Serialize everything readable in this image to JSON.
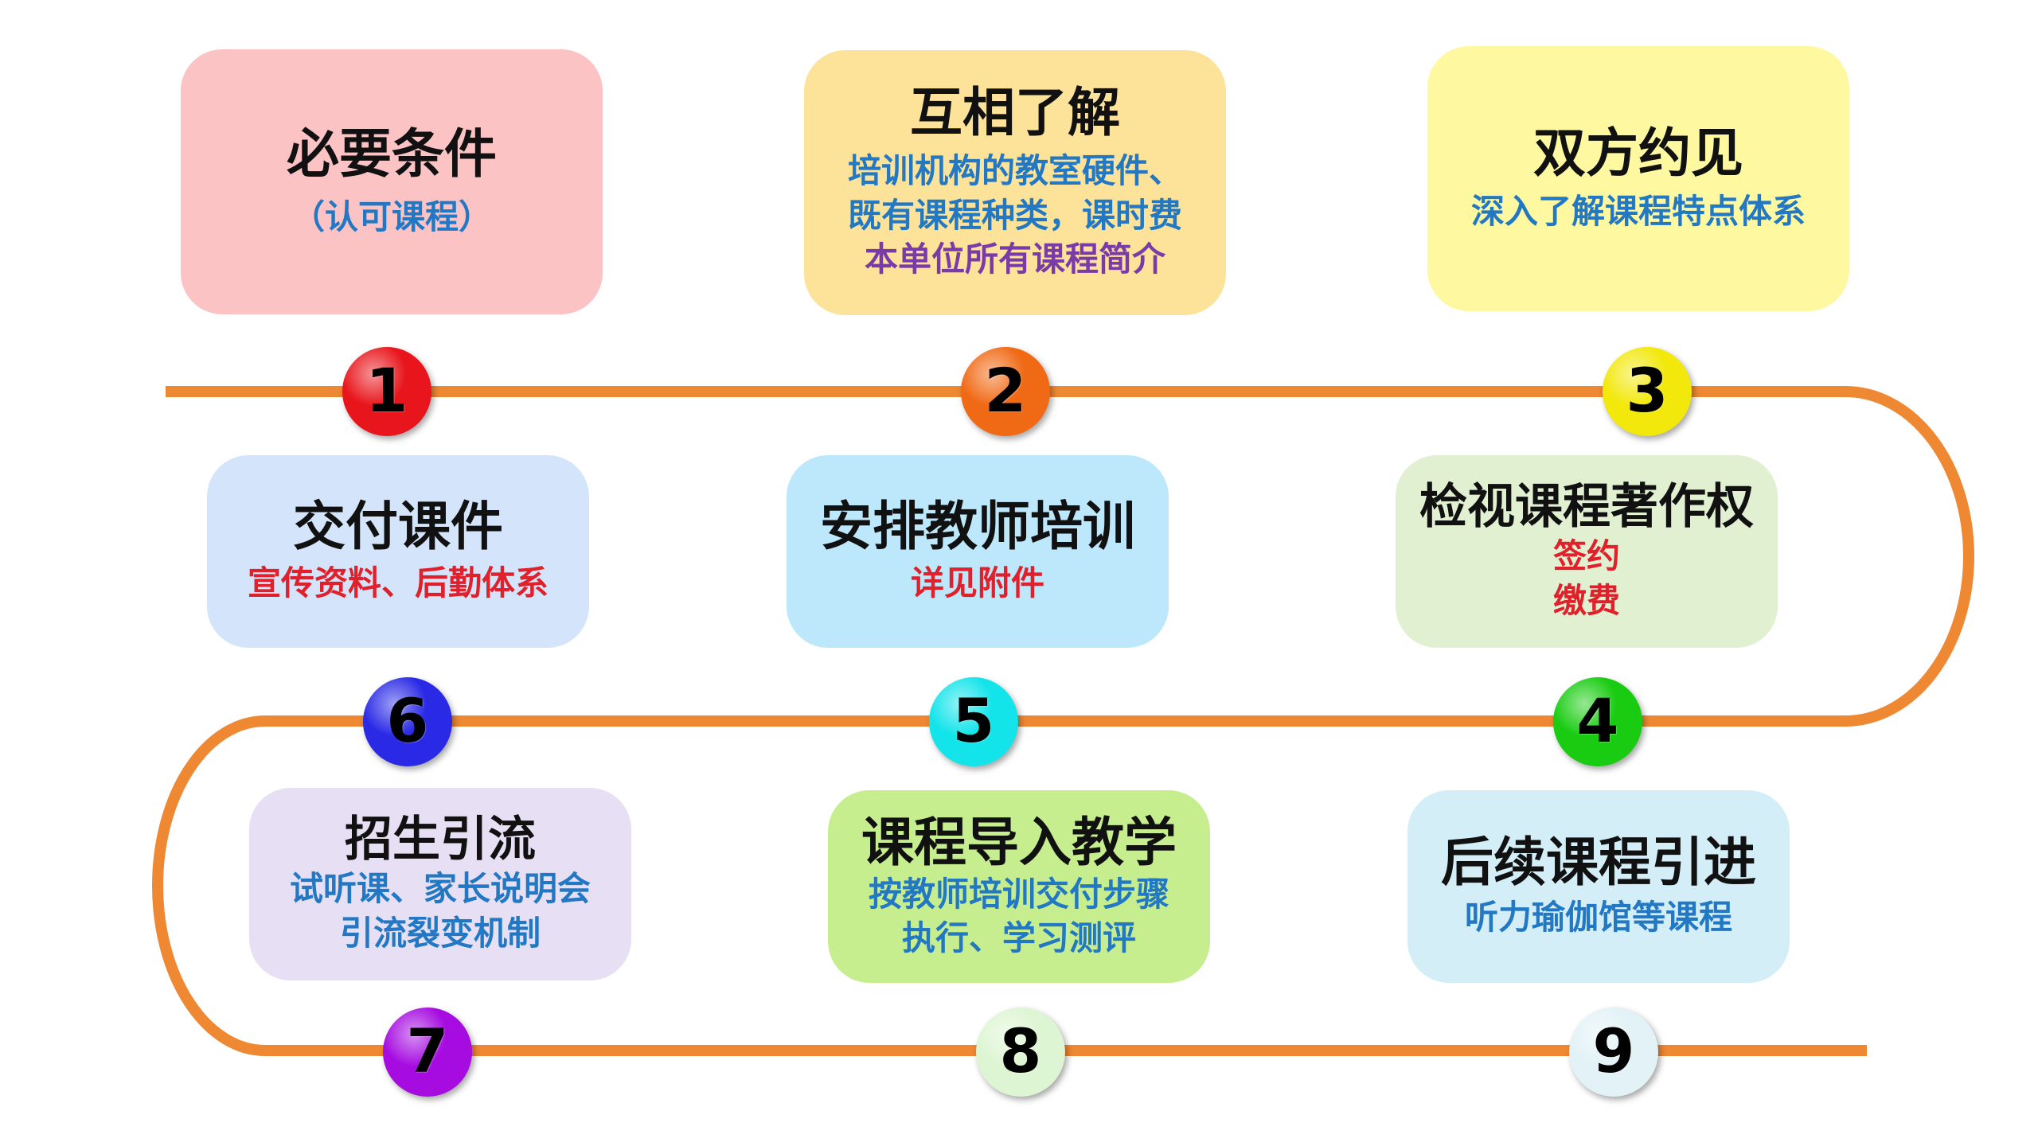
{
  "colors": {
    "track": "#EE8833",
    "blue_text": "#2378C4",
    "red_text": "#E0202A",
    "purple_text": "#7A3AA8"
  },
  "steps": [
    {
      "number": "1",
      "title": "必要条件",
      "lines": [
        "（认可课程）"
      ],
      "card_color": "#FCC3C5",
      "ball_color": "#E8161C",
      "text_colors": [
        "#2378C4"
      ]
    },
    {
      "number": "2",
      "title": "互相了解",
      "lines": [
        "培训机构的教室硬件、",
        "既有课程种类，课时费",
        "本单位所有课程简介"
      ],
      "card_color": "#FCE399",
      "ball_color": "#F06A16",
      "text_colors": [
        "#2378C4",
        "#2378C4",
        "#7A3AA8"
      ]
    },
    {
      "number": "3",
      "title": "双方约见",
      "lines": [
        "深入了解课程特点体系"
      ],
      "card_color": "#FEF9A0",
      "ball_color": "#F2E80C",
      "text_colors": [
        "#2378C4"
      ]
    },
    {
      "number": "4",
      "title": "检视课程著作权",
      "lines": [
        "签约",
        "缴费"
      ],
      "card_color": "#E2F0D2",
      "ball_color": "#19CC12",
      "text_colors": [
        "#E0202A",
        "#E0202A"
      ]
    },
    {
      "number": "5",
      "title": "安排教师培训",
      "lines": [
        "详见附件"
      ],
      "card_color": "#BDE8FB",
      "ball_color": "#12E4EA",
      "text_colors": [
        "#E0202A"
      ]
    },
    {
      "number": "6",
      "title": "交付课件",
      "lines": [
        "宣传资料、后勤体系"
      ],
      "card_color": "#D4E5FB",
      "ball_color": "#2A2AE6",
      "text_colors": [
        "#E0202A"
      ]
    },
    {
      "number": "7",
      "title": "招生引流",
      "lines": [
        "试听课、家长说明会",
        "引流裂变机制"
      ],
      "card_color": "#E7DFF4",
      "ball_color": "#A60CE0",
      "text_colors": [
        "#2378C4",
        "#2378C4"
      ]
    },
    {
      "number": "8",
      "title": "课程导入教学",
      "lines": [
        "按教师培训交付步骤",
        "执行、学习测评"
      ],
      "card_color": "#C6EE8E",
      "ball_color": "#DDF5D2",
      "text_colors": [
        "#2378C4",
        "#2378C4"
      ]
    },
    {
      "number": "9",
      "title": "后续课程引进",
      "lines": [
        "听力瑜伽馆等课程"
      ],
      "card_color": "#D3EEF7",
      "ball_color": "#E2F2F6",
      "text_colors": [
        "#2378C4"
      ]
    }
  ]
}
